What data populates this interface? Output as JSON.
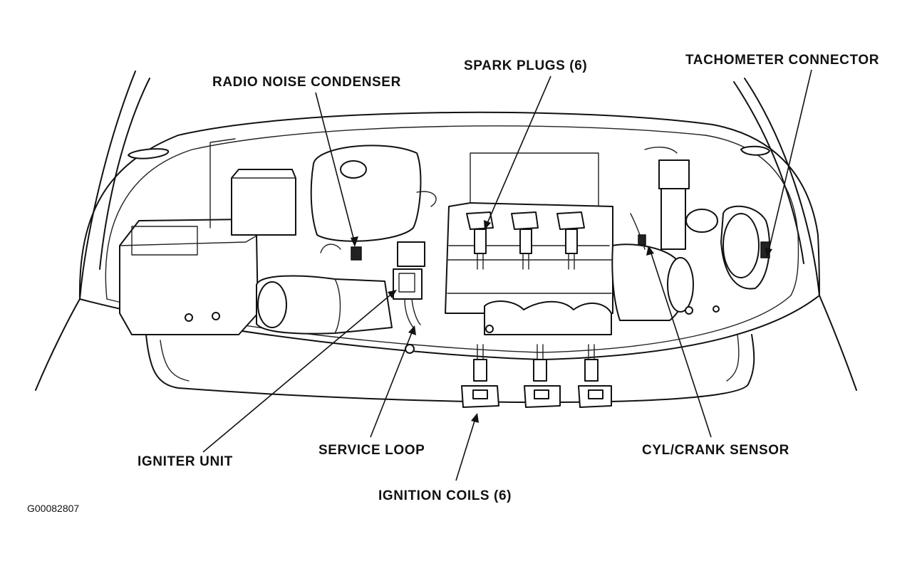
{
  "labels": {
    "radio_noise_condenser": "RADIO NOISE CONDENSER",
    "spark_plugs": "SPARK PLUGS (6)",
    "tachometer_connector": "TACHOMETER CONNECTOR",
    "igniter_unit": "IGNITER UNIT",
    "service_loop": "SERVICE LOOP",
    "cyl_crank_sensor": "CYL/CRANK SENSOR",
    "ignition_coils": "IGNITION COILS (6)"
  },
  "figure_id": "G00082807"
}
